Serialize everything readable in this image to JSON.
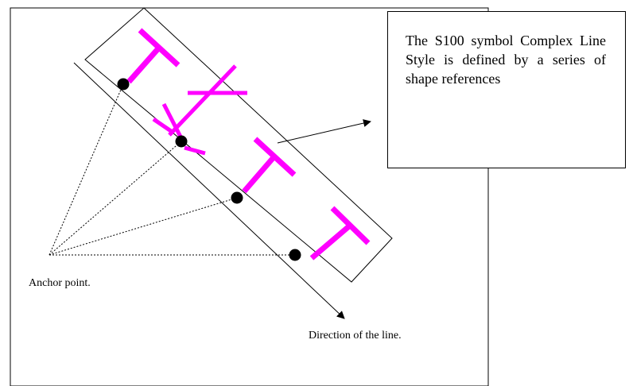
{
  "callout": {
    "text": "The S100 symbol Complex Line Style is defined by a series of shape references"
  },
  "labels": {
    "anchor": "Anchor point.",
    "direction": "Direction of the line."
  },
  "colors": {
    "symbol": "#ff00ff",
    "line": "#000000",
    "background": "#ffffff"
  },
  "symbols": [
    "T",
    "X",
    "T",
    "T"
  ]
}
